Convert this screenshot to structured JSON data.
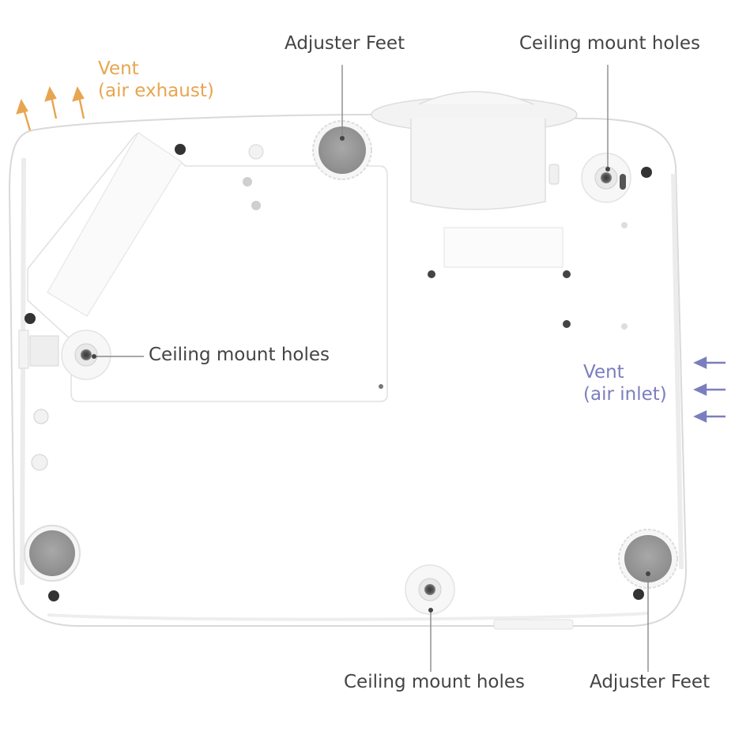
{
  "labels": {
    "adjuster_feet_top": "Adjuster Feet",
    "ceiling_mount_top_right": "Ceiling mount holes",
    "ceiling_mount_left": "Ceiling mount holes",
    "ceiling_mount_bottom": "Ceiling mount holes",
    "adjuster_feet_bottom": "Adjuster Feet",
    "vent_exhaust_title": "Vent",
    "vent_exhaust_desc": "(air exhaust)",
    "vent_inlet_title": "Vent",
    "vent_inlet_desc": "(air inlet)"
  },
  "colors": {
    "exhaust": "#E8A550",
    "inlet": "#7B7EBE",
    "label_text": "#444444",
    "body_fill": "#ffffff",
    "body_stroke": "#d9d9d9",
    "foot_fill": "#9a9a9a"
  }
}
